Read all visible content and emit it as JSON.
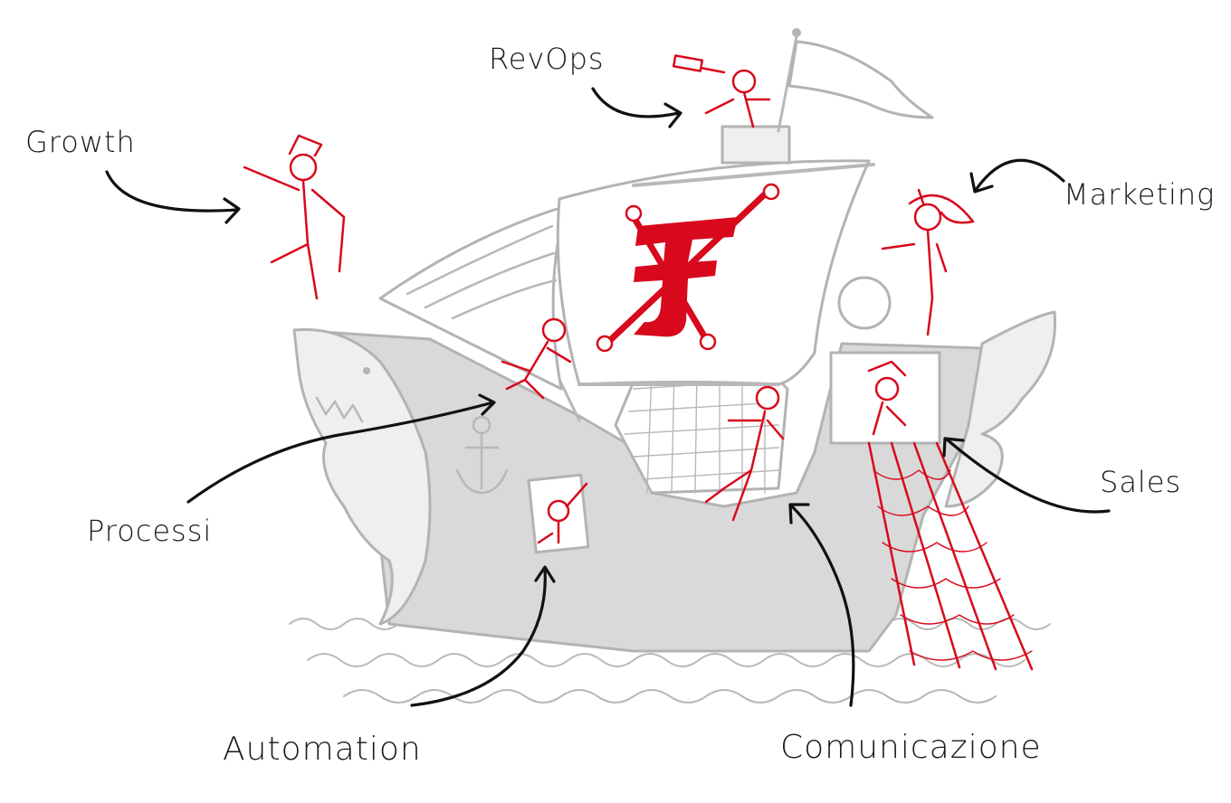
{
  "labels": {
    "revops": "RevOps",
    "growth": "Growth",
    "marketing": "Marketing",
    "sales": "Sales",
    "processi": "Processi",
    "automation": "Automation",
    "comunicazione": "Comunicazione"
  },
  "colors": {
    "accent": "#d8091c",
    "sketch_gray": "#b3b3b3",
    "hull_fill": "#d9d9d9",
    "arrow": "#111111"
  },
  "icons": [
    "pirate-ship-illustration",
    "shark-figurehead-icon",
    "anchor-icon",
    "skull-crossbones-logo-icon",
    "fishing-net-icon",
    "pirate-flag-icon"
  ]
}
